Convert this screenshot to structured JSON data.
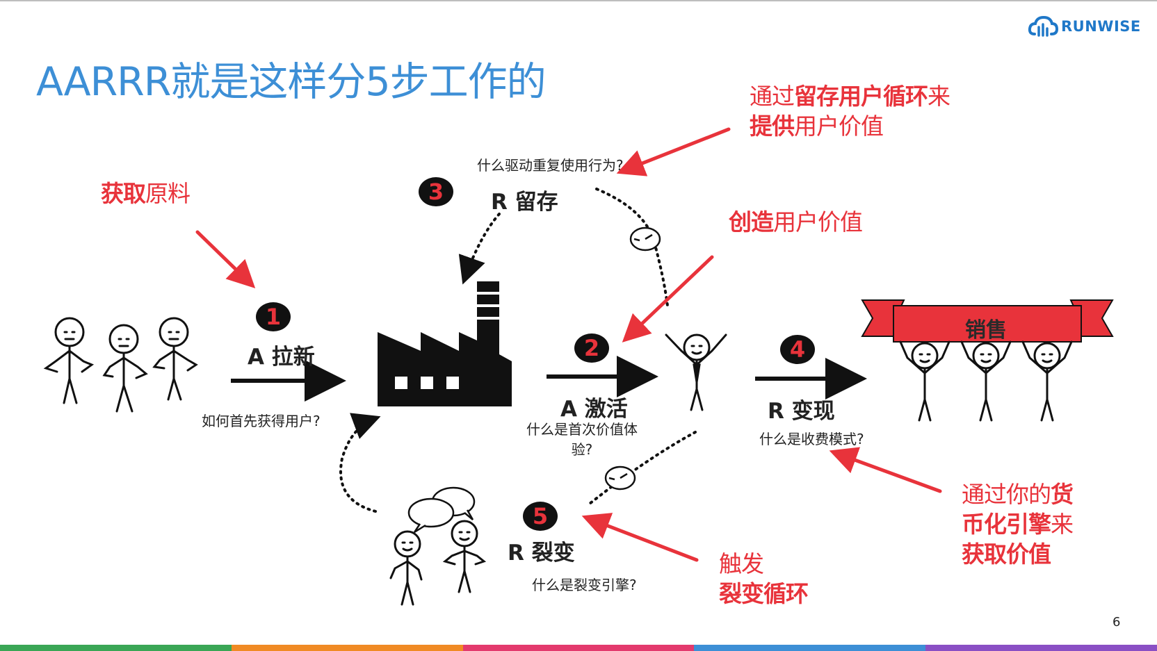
{
  "brand": {
    "name": "RUNWISE",
    "color": "#1f78c8"
  },
  "slide_title": "AARRR就是这样分5步工作的",
  "page_number": "6",
  "stages": [
    {
      "number": "1",
      "label": "A 拉新",
      "question": "如何首先获得用户?"
    },
    {
      "number": "2",
      "label": "A 激活",
      "question_line1": "什么是首次价值体",
      "question_line2": "验?"
    },
    {
      "number": "3",
      "label": "R 留存",
      "question": "什么驱动重复使用行为?"
    },
    {
      "number": "4",
      "label": "R 变现",
      "question": "什么是收费模式?"
    },
    {
      "number": "5",
      "label": "R 裂变",
      "question": "什么是裂变引擎?"
    }
  ],
  "annotations": {
    "acquire": {
      "bold": "获取",
      "normal": "原料"
    },
    "retain": {
      "l1_normal_a": "通过",
      "l1_bold": "留存用户循环",
      "l1_normal_b": "来",
      "l2_bold": "提供",
      "l2_normal": "用户价值"
    },
    "create": {
      "bold": "创造",
      "normal": "用户价值"
    },
    "monetize": {
      "l1_normal": "通过你的",
      "l1_bold": "货",
      "l2_bold": "币化引擎",
      "l2_normal": "来",
      "l3_bold": "获取价值"
    },
    "viral": {
      "l1_normal": "触发",
      "l2_bold": "裂变循环"
    }
  },
  "banner_label": "销售",
  "icons": [
    "cloud-logo-icon",
    "factory-icon",
    "clock-icon",
    "speech-bubble-icon",
    "stick-figure-icon"
  ],
  "colors": {
    "title": "#3d8fd6",
    "accent_red": "#e8333b",
    "badge_bg": "#111111",
    "footer": [
      "#3aa655",
      "#f08a24",
      "#e33a6d",
      "#3d8fd6",
      "#8a4fc4"
    ]
  }
}
